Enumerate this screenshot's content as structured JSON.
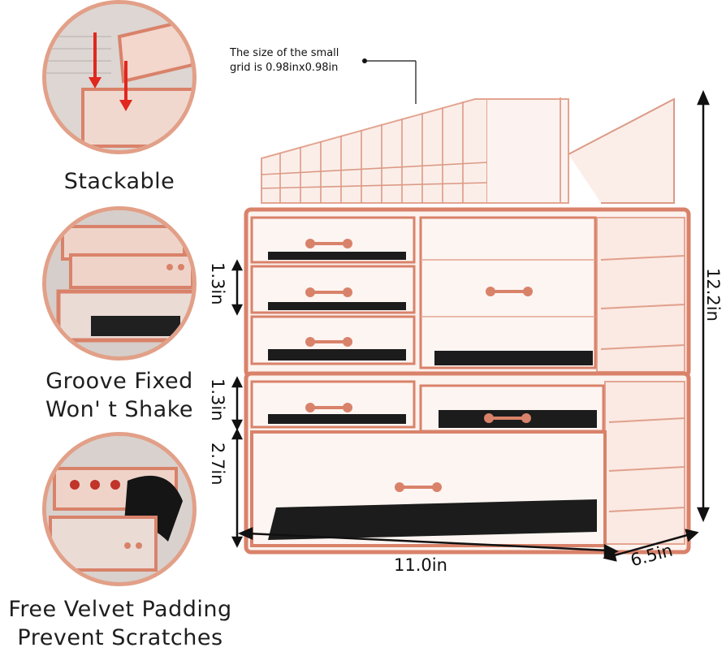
{
  "features": [
    {
      "label": "Stackable",
      "icon": "stackable-icon"
    },
    {
      "label": "Groove Fixed",
      "label2": "Won' t Shake",
      "icon": "groove-icon"
    },
    {
      "label": "Free Velvet Padding",
      "label2": "Prevent Scratches",
      "icon": "velvet-icon"
    }
  ],
  "note": {
    "line1": "The size of the small",
    "line2": "grid is 0.98inx0.98in"
  },
  "dimensions": {
    "height": "12.2in",
    "width": "11.0in",
    "depth": "6.5in",
    "drawer_small_1": "1.3in",
    "drawer_small_2": "1.3in",
    "drawer_large": "2.7in"
  },
  "colors": {
    "accent": "#e2a088",
    "frame": "#d9826a",
    "velvet": "#1c1c1c",
    "arrow": "#e0281e"
  }
}
